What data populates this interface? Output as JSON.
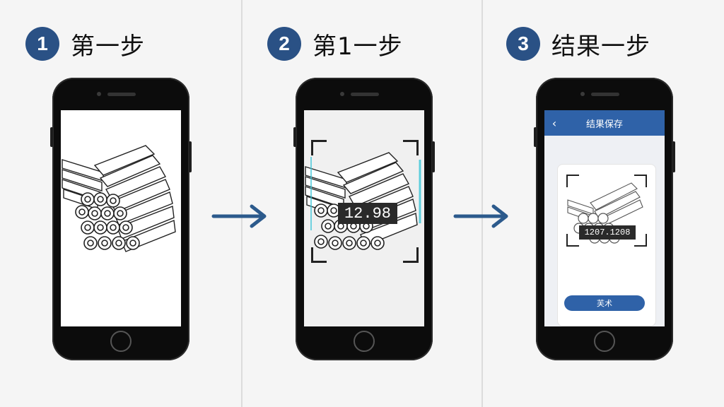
{
  "colors": {
    "accent": "#2a5185",
    "arrow": "#2c5a8c",
    "app_bar": "#2f62a8"
  },
  "steps": [
    {
      "number": "1",
      "title": "第一步"
    },
    {
      "number": "2",
      "title": "第1一步"
    },
    {
      "number": "3",
      "title": "结果一步"
    }
  ],
  "step2": {
    "readout": "12.98"
  },
  "step3": {
    "back_icon": "chevron-left-icon",
    "app_title": "结果保存",
    "readout": "1207.1208",
    "button_label": "芙术"
  }
}
